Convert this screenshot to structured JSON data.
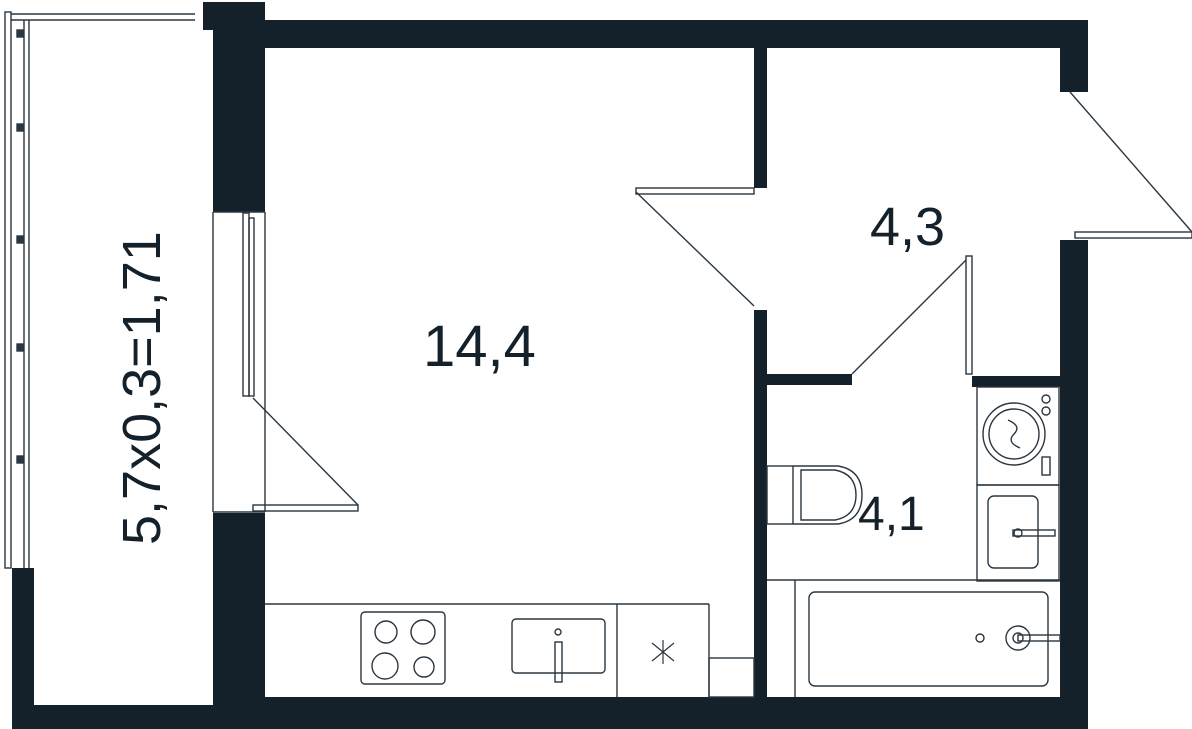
{
  "colors": {
    "wall": "#14202a",
    "line": "#2b3640",
    "background": "#ffffff"
  },
  "rooms": {
    "living_area": "14,4",
    "hallway_area": "4,3",
    "bathroom_area": "4,1",
    "balcony_area": "5,7x0,3=1,71"
  },
  "icons": [
    "cooktop-icon",
    "kitchen-sink-icon",
    "fridge-icon",
    "toilet-icon",
    "washing-machine-icon",
    "bathroom-sink-icon",
    "bathtub-icon"
  ]
}
